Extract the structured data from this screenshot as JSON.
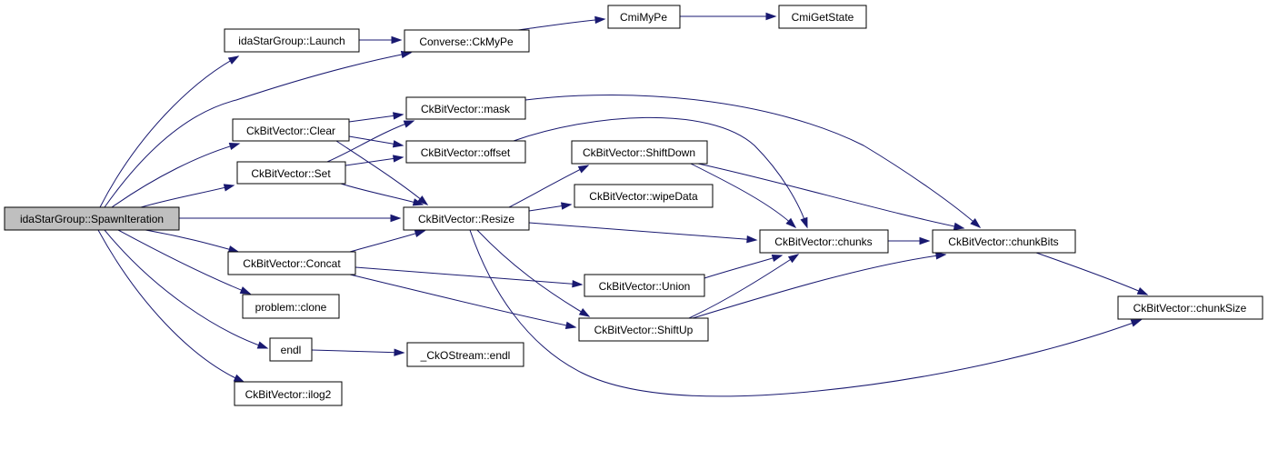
{
  "graph": {
    "title": "idaStarGroup::SpawnIteration call graph",
    "colors": {
      "edge": "#191970",
      "root_fill": "#bfbfbf",
      "node_fill": "#ffffff",
      "node_border": "#000000"
    },
    "nodes": [
      {
        "id": "spawn",
        "label": "idaStarGroup::SpawnIteration",
        "root": true
      },
      {
        "id": "launch",
        "label": "idaStarGroup::Launch"
      },
      {
        "id": "ckmype",
        "label": "Converse::CkMyPe"
      },
      {
        "id": "cmimype",
        "label": "CmiMyPe"
      },
      {
        "id": "cmigetstate",
        "label": "CmiGetState"
      },
      {
        "id": "clear",
        "label": "CkBitVector::Clear"
      },
      {
        "id": "set",
        "label": "CkBitVector::Set"
      },
      {
        "id": "mask",
        "label": "CkBitVector::mask"
      },
      {
        "id": "offset",
        "label": "CkBitVector::offset"
      },
      {
        "id": "shiftdown",
        "label": "CkBitVector::ShiftDown"
      },
      {
        "id": "wipedata",
        "label": "CkBitVector::wipeData"
      },
      {
        "id": "resize",
        "label": "CkBitVector::Resize"
      },
      {
        "id": "chunks",
        "label": "CkBitVector::chunks"
      },
      {
        "id": "chunkbits",
        "label": "CkBitVector::chunkBits"
      },
      {
        "id": "chunksize",
        "label": "CkBitVector::chunkSize"
      },
      {
        "id": "concat",
        "label": "CkBitVector::Concat"
      },
      {
        "id": "union",
        "label": "CkBitVector::Union"
      },
      {
        "id": "shiftup",
        "label": "CkBitVector::ShiftUp"
      },
      {
        "id": "clone",
        "label": "problem::clone"
      },
      {
        "id": "endl",
        "label": "endl"
      },
      {
        "id": "ckostream_endl",
        "label": "_CkOStream::endl"
      },
      {
        "id": "ilog2",
        "label": "CkBitVector::ilog2"
      }
    ],
    "edges": [
      [
        "spawn",
        "launch"
      ],
      [
        "spawn",
        "ckmype"
      ],
      [
        "spawn",
        "clear"
      ],
      [
        "spawn",
        "set"
      ],
      [
        "spawn",
        "resize"
      ],
      [
        "spawn",
        "concat"
      ],
      [
        "spawn",
        "clone"
      ],
      [
        "spawn",
        "endl"
      ],
      [
        "spawn",
        "ilog2"
      ],
      [
        "launch",
        "ckmype"
      ],
      [
        "ckmype",
        "cmimype"
      ],
      [
        "cmimype",
        "cmigetstate"
      ],
      [
        "clear",
        "mask"
      ],
      [
        "clear",
        "offset"
      ],
      [
        "clear",
        "resize"
      ],
      [
        "set",
        "mask"
      ],
      [
        "set",
        "offset"
      ],
      [
        "set",
        "resize"
      ],
      [
        "mask",
        "chunkbits"
      ],
      [
        "offset",
        "chunks"
      ],
      [
        "resize",
        "shiftdown"
      ],
      [
        "resize",
        "wipedata"
      ],
      [
        "resize",
        "chunks"
      ],
      [
        "resize",
        "shiftup"
      ],
      [
        "resize",
        "chunksize"
      ],
      [
        "shiftdown",
        "chunks"
      ],
      [
        "shiftdown",
        "chunkbits"
      ],
      [
        "concat",
        "resize"
      ],
      [
        "concat",
        "union"
      ],
      [
        "concat",
        "shiftup"
      ],
      [
        "union",
        "chunks"
      ],
      [
        "shiftup",
        "chunks"
      ],
      [
        "shiftup",
        "chunkbits"
      ],
      [
        "chunks",
        "chunkbits"
      ],
      [
        "chunkbits",
        "chunksize"
      ],
      [
        "endl",
        "ckostream_endl"
      ]
    ]
  }
}
